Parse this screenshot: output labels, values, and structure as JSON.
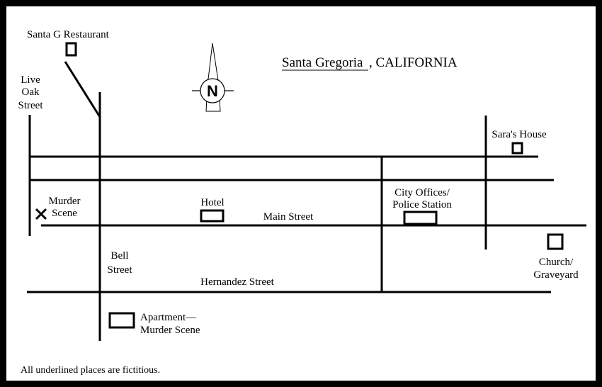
{
  "title": {
    "place": "Santa Gregoria",
    "state": ", CALIFORNIA"
  },
  "compass": {
    "letter": "N"
  },
  "streets": {
    "live_oak": [
      "Live",
      "Oak",
      "Street"
    ],
    "bell": [
      "Bell",
      "Street"
    ],
    "main": "Main Street",
    "hernandez": "Hernandez Street"
  },
  "places": {
    "restaurant": "Santa G Restaurant",
    "murder_scene": [
      "Murder",
      "Scene"
    ],
    "hotel": "Hotel",
    "city_offices": [
      "City Offices/",
      "Police Station"
    ],
    "saras_house": "Sara's House",
    "church": [
      "Church/",
      "Graveyard"
    ],
    "apartment": [
      "Apartment—",
      "Murder Scene"
    ]
  },
  "footnote": "All underlined places are fictitious."
}
